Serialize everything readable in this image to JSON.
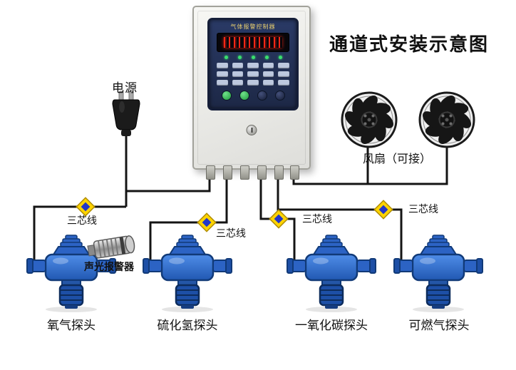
{
  "title": "通道式安装示意图",
  "controller": {
    "panel_title": "气体报警控制器"
  },
  "power_label": "电源",
  "fan_label": "风扇（可接）",
  "alarm_label": "声光报警器",
  "wire_label": "三芯线",
  "detectors": [
    {
      "label": "氧气探头"
    },
    {
      "label": "硫化氢探头"
    },
    {
      "label": "一氧化碳探头"
    },
    {
      "label": "可燃气探头"
    }
  ],
  "colors": {
    "detector_blue": "#2f6fd0",
    "panel_navy": "#232f52",
    "led_red": "#ff2616",
    "diamond_yellow": "#ffd400",
    "diamond_blue": "#2438c8",
    "wire_black": "#141414"
  }
}
